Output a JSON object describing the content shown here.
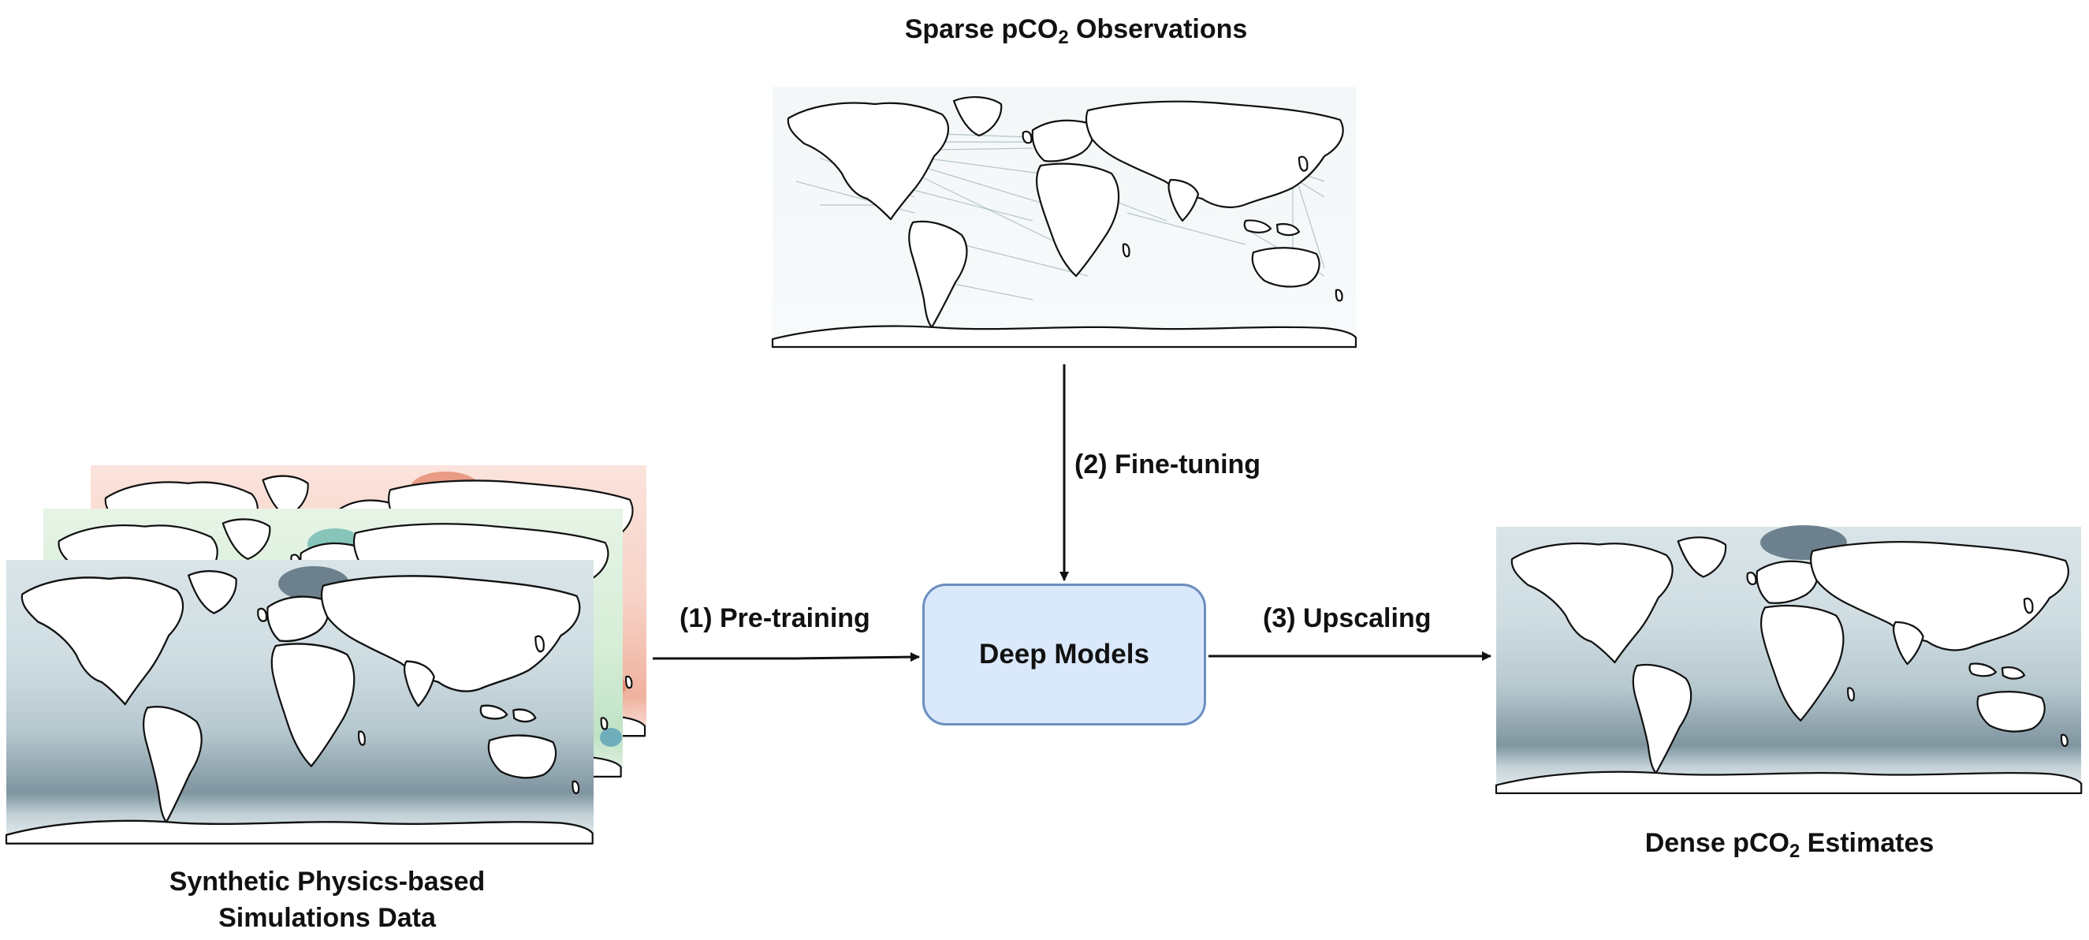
{
  "top_map": {
    "title_main": "Sparse pCO",
    "title_sub": "2",
    "title_tail": " Observations"
  },
  "left_map": {
    "caption_line1": "Synthetic Physics-based",
    "caption_line2": "Simulations Data",
    "layers": [
      "red",
      "green",
      "slate-blue"
    ]
  },
  "right_map": {
    "caption_main": "Dense pCO",
    "caption_sub": "2",
    "caption_tail": " Estimates"
  },
  "center_box": {
    "label": "Deep Models"
  },
  "steps": {
    "pretraining": "(1) Pre-training",
    "finetuning": "(2) Fine-tuning",
    "upscaling": "(3) Upscaling"
  },
  "colors": {
    "box_fill": "#dae8fc",
    "box_stroke": "#6c8ebf",
    "ocean_slate": "#7f95a0",
    "ocean_red": "#e58a70",
    "ocean_green": "#a8d5a8"
  }
}
